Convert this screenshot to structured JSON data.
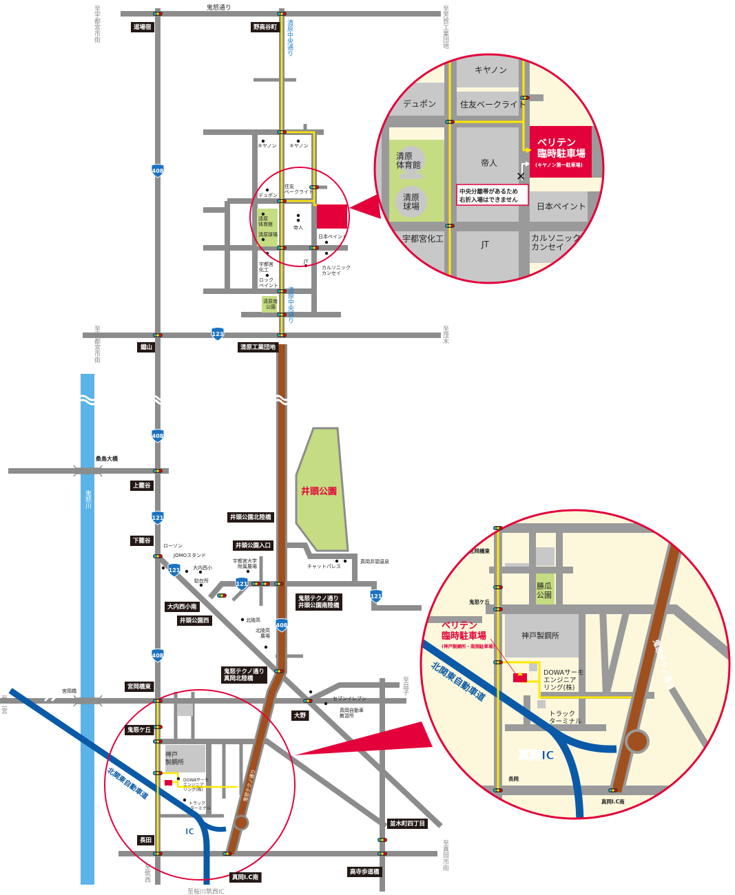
{
  "roads": {
    "kinu_dori": "鬼怒通り",
    "kiyohara_chuo": "清原中央通り",
    "techno": "鬼怒テクノ通り",
    "highway": "北関東自動車道",
    "river": "鬼怒川"
  },
  "route_numbers": {
    "r408": "408",
    "r123": "123",
    "r121": "121"
  },
  "directions": {
    "utsunomiya_top": "至宇都宮市街",
    "haga": "至芳賀工業団地",
    "utsunomiya_mid": "至宇都宮市街",
    "motegi": "至茂木",
    "ninomiya": "至二宮",
    "mashiko": "至益子",
    "chikusei": "至筑西",
    "sakuragawa": "至桜川筑西IC",
    "moka": "至真岡市街"
  },
  "intersections": {
    "dojojuku": "道場宿",
    "notakaya": "野高谷町",
    "kojiyama": "鐺山",
    "kiyohara_kogyo": "清原工業団地",
    "kamikomoriya": "上籠谷",
    "shimokomoriya": "下籠谷",
    "igashira_kita": "井頭公園北陸橋",
    "igashira_iriguchi": "井頭公園入口",
    "ouchinishi_minami": "大内西小南",
    "igashira_nishi": "井頭公園西",
    "techno_igashira_minami_1": "鬼怒テクノ通り",
    "techno_igashira_minami_2": "井頭公園南陸橋",
    "techno_moka_kita_1": "鬼怒テクノ通り",
    "techno_moka_kita_2": "真岡北陸橋",
    "miyaokabashi_higashi": "宮岡橋東",
    "kinugaoka": "鬼怒ケ丘",
    "ono": "大野",
    "osada": "長田",
    "moka_ic_minami": "真岡I.C南",
    "namikicho": "並木町四丁目",
    "takadera": "高寺歩道橋"
  },
  "bridges": {
    "kuwajima": "桑島大橋",
    "miyaoka": "宮岡橋"
  },
  "landmarks": {
    "canon1": "キヤノン",
    "canon2": "キヤノン",
    "sumitomo_1": "住友",
    "sumitomo_2": "ベークライト",
    "dupont": "デュポン",
    "gym_1": "清原",
    "gym_2": "体育館",
    "stadium": "清原球場",
    "teijin": "帝人",
    "nippon_paint": "日本ペイント",
    "kako_1": "宇都宮",
    "kako_2": "化工",
    "jt": "JT",
    "calsonic_1": "カルソニック",
    "calsonic_2": "カンセイ",
    "rock_1": "ロック",
    "rock_2": "ペイント",
    "minami_park_1": "清原南",
    "minami_park_2": "公園",
    "igashira_park": "井頭公園",
    "lawson": "ローソン",
    "jomo": "JOMOスタンド",
    "ouchinishi": "大内西小",
    "police": "駐在所",
    "univ_farm_1": "宇都宮大学",
    "univ_farm_2": "附属農場",
    "chat_palace": "チャットパレス",
    "onsen": "真岡井頭温泉",
    "hokuryo": "北陵高",
    "hokuryo_farm_1": "北陵高",
    "hokuryo_farm_2": "農場",
    "seven": "セブンイレブン",
    "driving_1": "真岡自動車",
    "driving_2": "教習所",
    "kobe_1": "神戸",
    "kobe_2": "製鋼所",
    "dowa_1": "DOWAサーモ",
    "dowa_2": "エンジニア",
    "dowa_3": "リング(株)",
    "truck_1": "トラック",
    "truck_2": "ターミナル",
    "moka_ic": "真岡IC"
  },
  "inset_kiyohara": {
    "canon": "キヤノン",
    "dupont": "デュポン",
    "sumitomo": "住友ベークライト",
    "gym_1": "清原",
    "gym_2": "体育館",
    "stadium_1": "清原",
    "stadium_2": "球場",
    "teijin": "帝人",
    "nippon_paint": "日本ペイント",
    "kako": "宇都宮化工",
    "jt": "JT",
    "calsonic_1": "カルソニック",
    "calsonic_2": "カンセイ",
    "parking_1": "ベリテン",
    "parking_2": "臨時駐車場",
    "parking_sub": "(キヤノン第一駐車場)",
    "notice_1": "中央分離帯があるため",
    "notice_2": "右折入場はできません",
    "no_entry_mark": "✕"
  },
  "inset_moka": {
    "miyaokabashi_higashi": "宮岡橋東",
    "kinugaoka": "鬼怒ケ丘",
    "park_1": "勝瓜",
    "park_2": "公園",
    "kobe": "神戸製鋼所",
    "parking_1": "ベリテン",
    "parking_2": "臨時駐車場",
    "parking_sub": "(神戸製鋼所・南側駐車場)",
    "dowa_1": "DOWAサーモ",
    "dowa_2": "エンジニア",
    "dowa_3": "リング(株)",
    "truck_1": "トラック",
    "truck_2": "ターミナル",
    "highway": "北関東自動車道",
    "moka_ic": "真岡IC",
    "nagaoka": "長岡",
    "moka_ic_minami": "真岡I.C南",
    "techno": "鬼怒テクノ通り"
  },
  "colors": {
    "road": "#8c8c8c",
    "route_yellow": "#ffe800",
    "techno_brown": "#a0501e",
    "highway_blue": "#0a5aa8",
    "river_blue": "#5bb3e8",
    "park_green": "#c5dc82",
    "accent_red": "#e4003a",
    "inset_bg": "#fdf8dc"
  }
}
